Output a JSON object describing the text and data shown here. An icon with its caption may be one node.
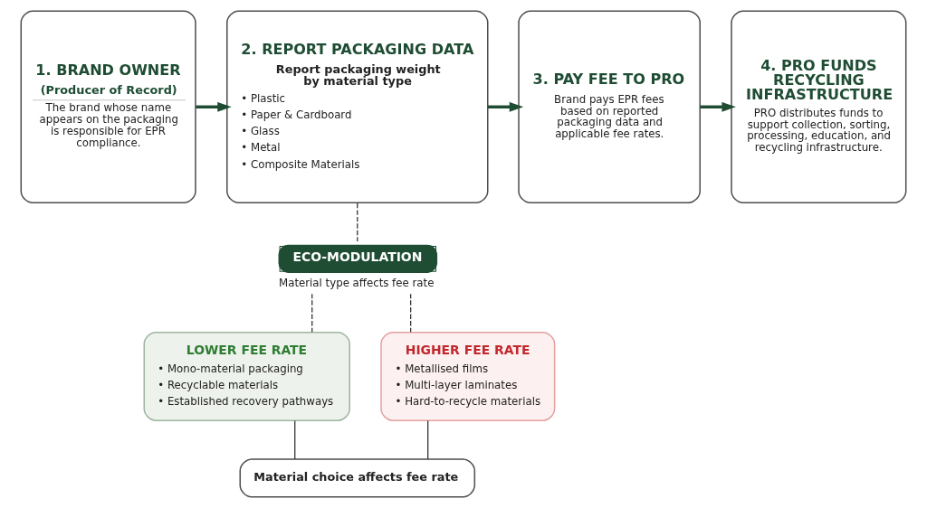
{
  "diagram": {
    "nodes": [
      {
        "text": [
          "1. BRAND OWNER",
          "(Producer of Record)",
          "The brand whose name appears on the packaging is responsible for EPR compliance."
        ]
      },
      {
        "text": [
          "2. REPORT PACKAGING DATA",
          "Report packaging weight by material type",
          "• Plastic",
          "• Paper & Cardboard",
          "• Glass",
          "• Metal",
          "• Composite Materials"
        ]
      },
      {
        "text": [
          "3. PAY FEE TO PRO",
          "Brand pays EPR fees based on reported packaging data and applicable fee rates."
        ]
      },
      {
        "text": [
          "4. PRO FUNDS RECYCLING INFRASTRUCTURE",
          "PRO distributes funds to support collection, sorting, processing, education, and recycling infrastructure."
        ]
      },
      {
        "text": [
          "ECO-MODULATION"
        ],
        "beside": [
          "Material type affects fee rate"
        ]
      },
      {
        "text": [
          "LOWER FEE RATE",
          "• Mono-material packaging",
          "• Recyclable materials",
          "• Established recovery pathways"
        ]
      },
      {
        "text": [
          "HIGHER FEE RATE",
          "• Metallised films",
          "• Multi-layer laminates",
          "• Hard-to-recycle materials"
        ]
      },
      {
        "text": [
          "Material choice affects fee rate"
        ]
      }
    ],
    "edges": [
      {
        "from": 0,
        "to": 1,
        "arrow": "to",
        "style": "thick",
        "color": "#1f4d33"
      },
      {
        "from": 1,
        "to": 2,
        "arrow": "to",
        "style": "thick",
        "color": "#1f4d33"
      },
      {
        "from": 2,
        "to": 3,
        "arrow": "to",
        "style": "thick",
        "color": "#1f4d33"
      },
      {
        "from": 1,
        "to": 4,
        "arrow": "none",
        "style": "dashed"
      },
      {
        "from": 4,
        "to": 5,
        "arrow": "none",
        "style": "dashed"
      },
      {
        "from": 4,
        "to": 6,
        "arrow": "none",
        "style": "dashed"
      },
      {
        "from": 5,
        "to": 7,
        "arrow": "none"
      },
      {
        "from": 6,
        "to": 7,
        "arrow": "none"
      }
    ]
  }
}
